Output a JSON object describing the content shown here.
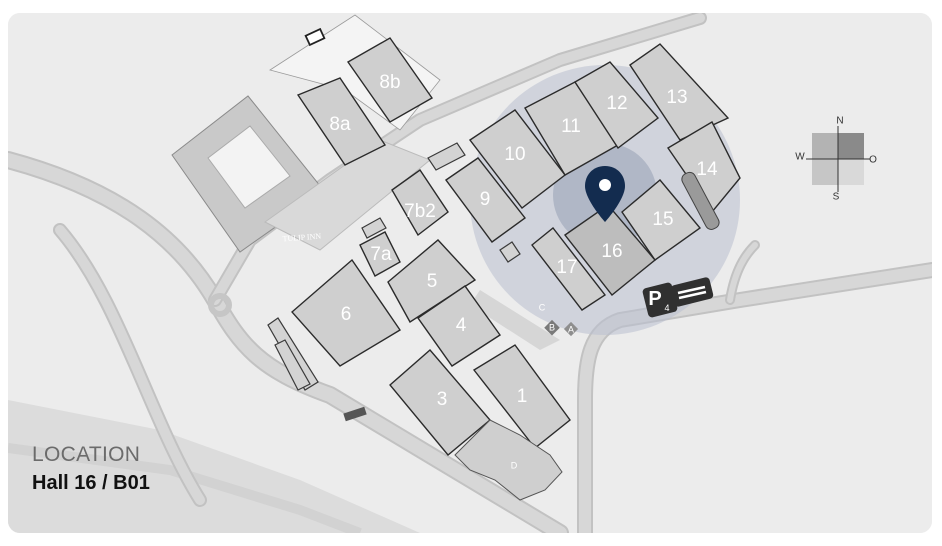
{
  "location": {
    "title": "LOCATION",
    "value": "Hall 16 / B01"
  },
  "halls": {
    "h1": "1",
    "h3": "3",
    "h4": "4",
    "h5": "5",
    "h6": "6",
    "h7a": "7a",
    "h7b": "7b2",
    "h8a": "8a",
    "h8b": "8b",
    "h9": "9",
    "h10": "10",
    "h11": "11",
    "h12": "12",
    "h13": "13",
    "h14": "14",
    "h15": "15",
    "h16": "16",
    "h17": "17"
  },
  "entrances": {
    "a": "A",
    "b": "B",
    "c": "C",
    "d": "D"
  },
  "parking": {
    "label": "P",
    "number": "4"
  },
  "hotel": {
    "name": "TULIP INN"
  },
  "compass": {
    "n": "N",
    "s": "S",
    "w": "W",
    "o": "O"
  },
  "marker": {
    "hall": "16",
    "color": "#132c4f"
  },
  "colors": {
    "highlight": "#1d3a66",
    "background": "#ececec"
  }
}
